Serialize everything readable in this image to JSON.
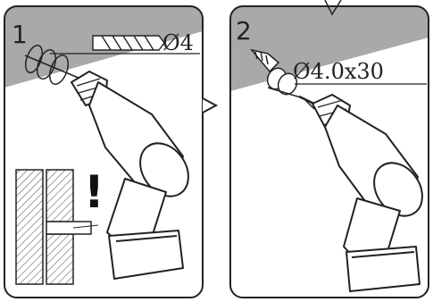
{
  "panels": [
    {
      "step": "1",
      "label": "Ø4"
    },
    {
      "step": "2",
      "label": "Ø4.0x30"
    }
  ],
  "warning": "!"
}
